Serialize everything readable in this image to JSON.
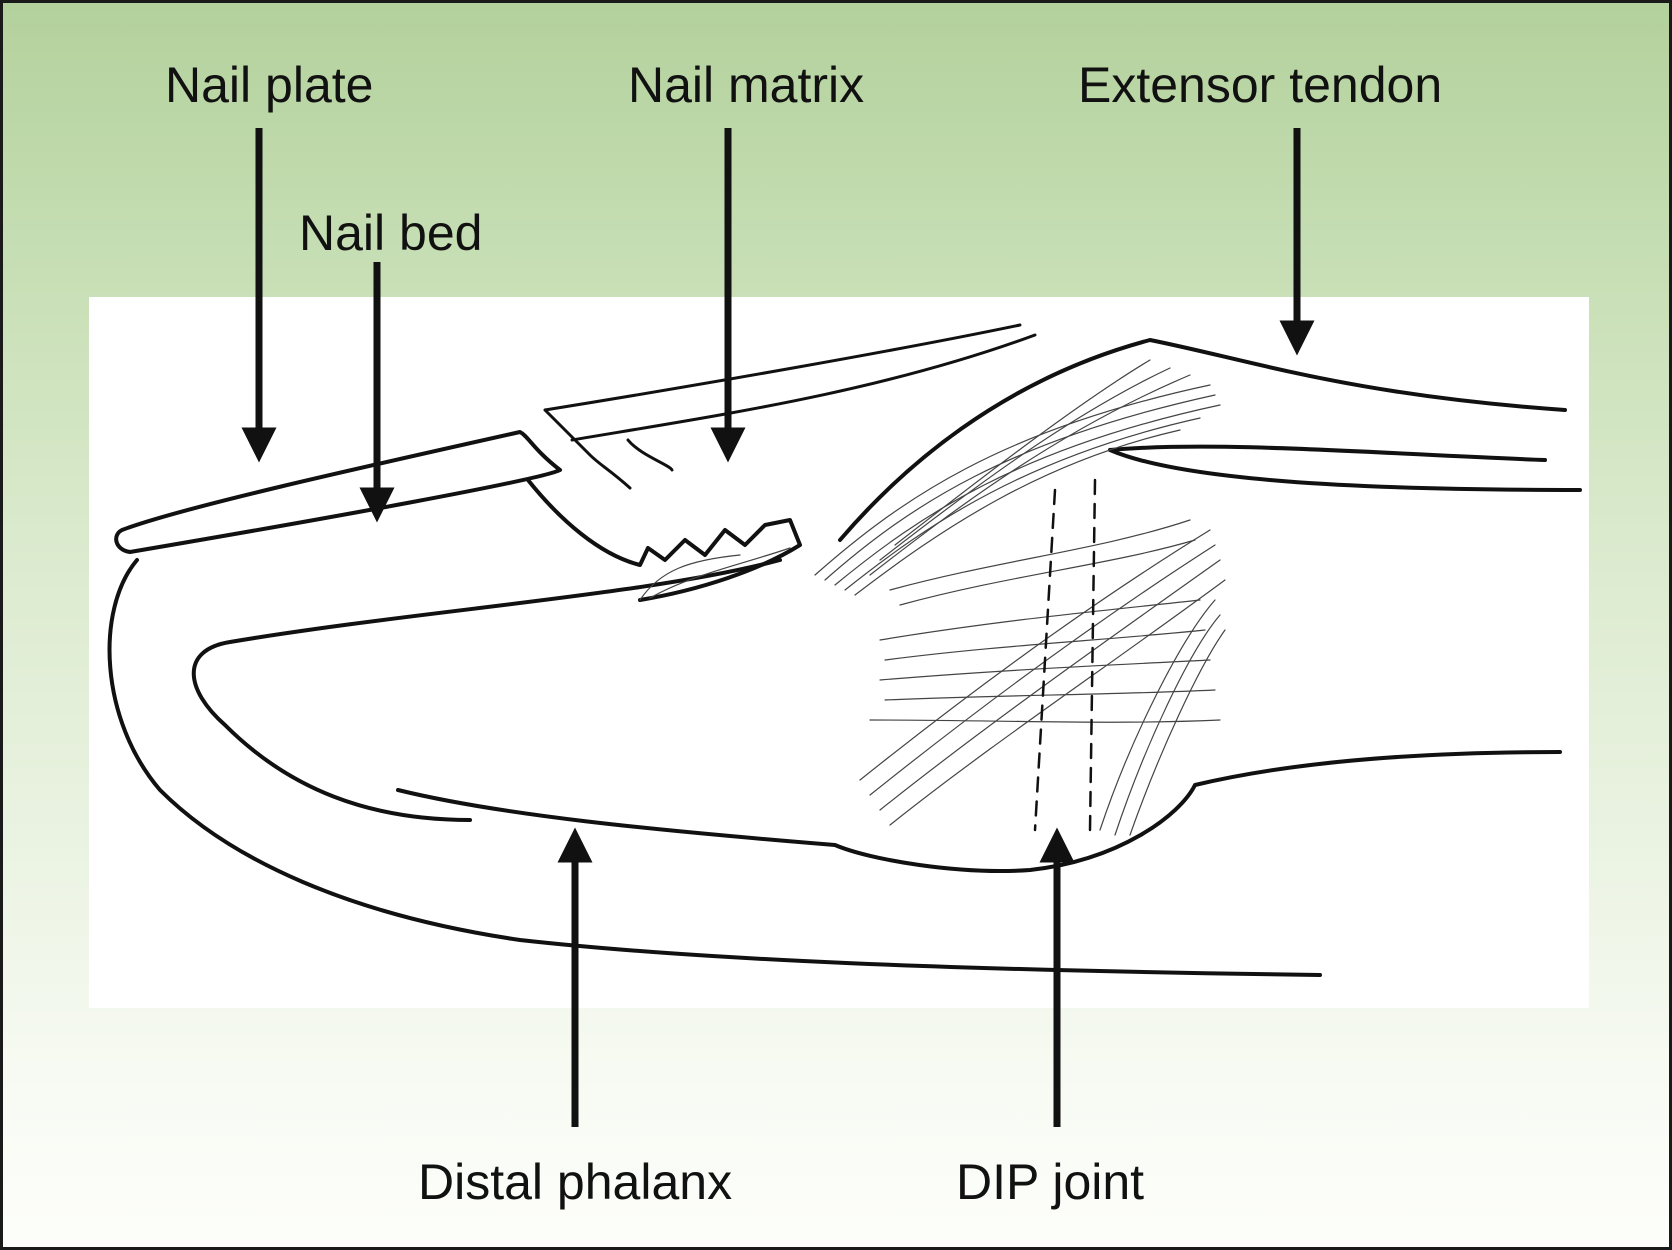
{
  "labels": {
    "nail_plate": "Nail plate",
    "nail_matrix": "Nail matrix",
    "extensor_tendon": "Extensor tendon",
    "nail_bed": "Nail bed",
    "distal_phalanx": "Distal phalanx",
    "dip_joint": "DIP joint"
  },
  "colors": {
    "background_top": "#b3d19c",
    "background_bottom": "#fdfefb",
    "panel": "#ffffff",
    "ink": "#111111"
  }
}
